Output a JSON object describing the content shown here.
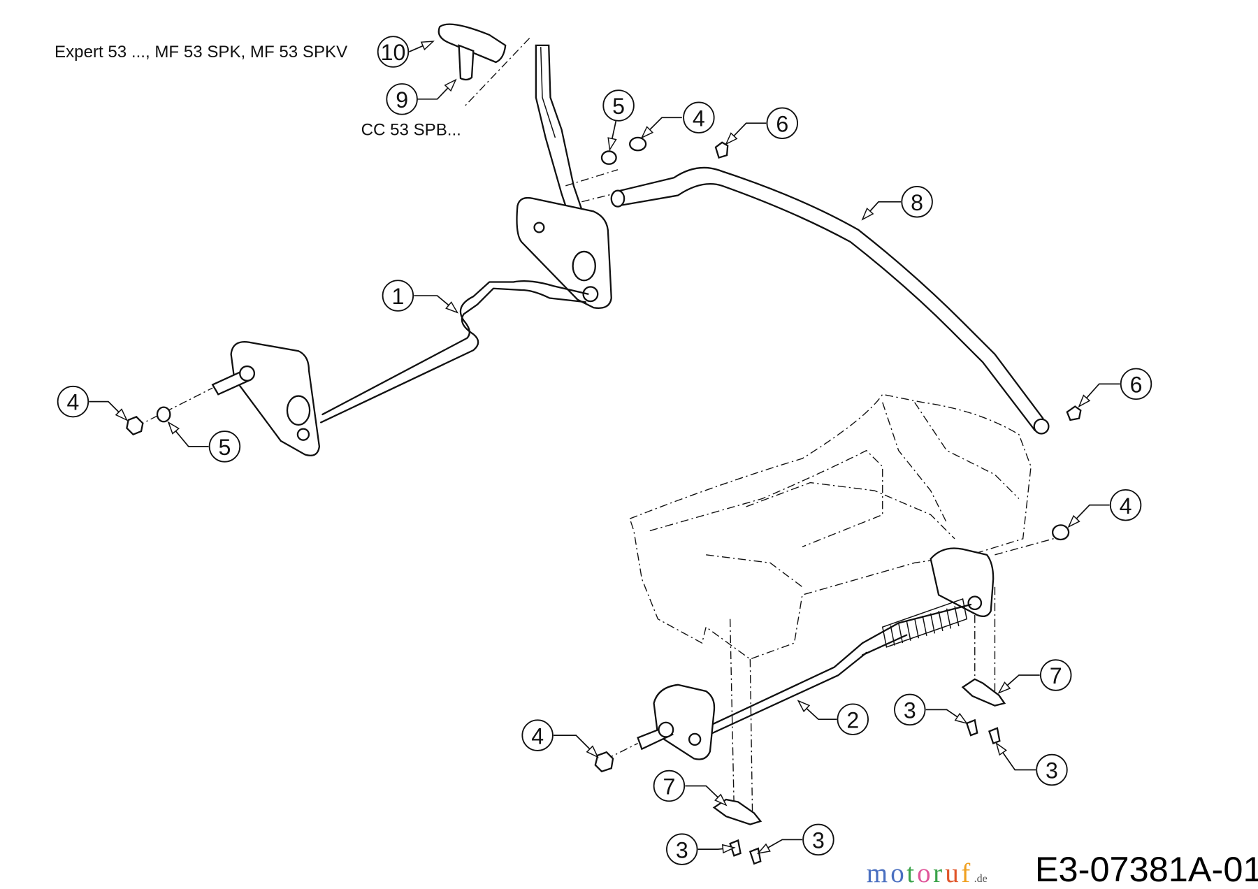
{
  "diagram": {
    "model_note_top": "Expert 53 ..., MF 53 SPK, MF 53 SPKV",
    "model_note_bottom": "CC 53 SPB...",
    "drawing_code": "E3-07381A-01",
    "watermark": {
      "letters": [
        "m",
        "o",
        "t",
        "o",
        "r",
        "u",
        "f"
      ],
      "suffix": ".de",
      "colors": [
        "#4a6fc0",
        "#4a6fc0",
        "#3aa34a",
        "#e0559a",
        "#3aa34a",
        "#e0552a",
        "#f0a020"
      ]
    },
    "callouts": [
      "10",
      "9",
      "5",
      "4",
      "6",
      "8",
      "1",
      "6",
      "4",
      "5",
      "4",
      "7",
      "3",
      "2",
      "4",
      "3",
      "7",
      "3",
      "3"
    ]
  }
}
